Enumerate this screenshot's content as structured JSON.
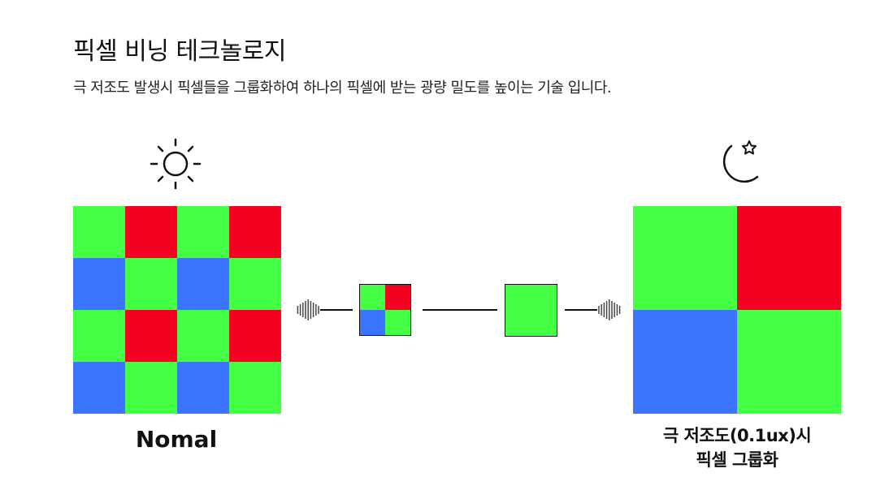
{
  "header": {
    "title": "픽셀 비닝 테크놀로지",
    "subtitle": "극 저조도 발생시 픽셀들을 그룹화하여 하나의 픽셀에 받는 광량 밀도를 높이는 기술 입니다."
  },
  "colors": {
    "green": "#45ff45",
    "red": "#f40021",
    "blue": "#3a74ff",
    "stroke": "#111111"
  },
  "normal": {
    "icon": "sun-icon",
    "label": "Nomal",
    "grid": [
      [
        "green",
        "red",
        "green",
        "red"
      ],
      [
        "blue",
        "green",
        "blue",
        "green"
      ],
      [
        "green",
        "red",
        "green",
        "red"
      ],
      [
        "blue",
        "green",
        "blue",
        "green"
      ]
    ]
  },
  "binned": {
    "icon": "moon-star-icon",
    "label_line1": "극 저조도(0.1ux)시",
    "label_line2": "픽셀 그룹화",
    "grid": [
      [
        "green",
        "red"
      ],
      [
        "blue",
        "green"
      ]
    ]
  },
  "center": {
    "mini_grid": [
      [
        "green",
        "red"
      ],
      [
        "blue",
        "green"
      ]
    ],
    "single_cell": "green"
  }
}
